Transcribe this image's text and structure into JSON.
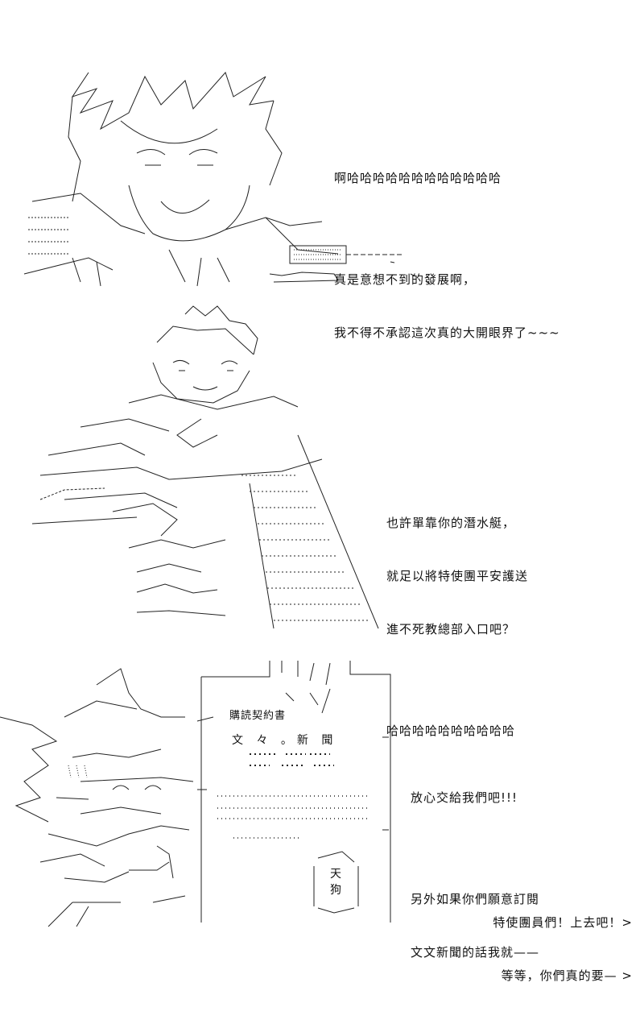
{
  "panels": [
    {
      "lines": [
        "啊哈哈哈哈哈哈哈哈哈哈哈哈",
        "",
        "真是意想不到的發展啊，",
        "我不得不承認這次真的大開眼界了~~~"
      ]
    },
    {
      "lines": [
        "也許單靠你的潛水艇，",
        "就足以將特使團平安護送",
        "進不死教總部入口吧？",
        "",
        "哈哈哈哈哈哈哈哈哈哈"
      ]
    },
    {
      "lines": [
        "放心交給我們吧!!!",
        "",
        "另外如果你們願意訂閱",
        "文文新聞的話我就——"
      ],
      "footer_lines": [
        "特使團員們！上去吧！>",
        "等等，你們真的要— >"
      ],
      "paper": {
        "title": "購読契約書",
        "heading": "文 々 。新 聞",
        "sign": [
          "天",
          "狗"
        ]
      }
    }
  ]
}
